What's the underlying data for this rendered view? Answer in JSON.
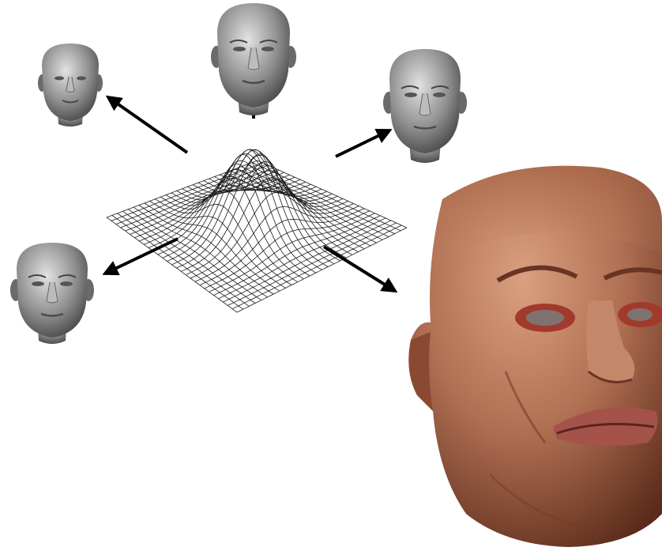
{
  "figure": {
    "kind": "gaussian surface with sampled face models",
    "surface": {
      "grid_resolution": 28
    },
    "faces": [
      {
        "id": "top-center",
        "style": "grey-shaded",
        "gender": "male"
      },
      {
        "id": "top-left",
        "style": "grey-shaded",
        "gender": "female"
      },
      {
        "id": "right",
        "style": "grey-shaded",
        "gender": "male"
      },
      {
        "id": "left",
        "style": "grey-shaded",
        "gender": "male"
      },
      {
        "id": "textured",
        "style": "skin-textured",
        "gender": "male",
        "expression": "grimace"
      }
    ],
    "colors": {
      "background": "#ffffff",
      "arrow": "#000000",
      "mesh_line": "#1a1a1a",
      "grey_face_light": "#d6d6d6",
      "grey_face_dark": "#3a3a3a",
      "skin_light": "#c98d6c",
      "skin_dark": "#5a2a1a"
    }
  }
}
